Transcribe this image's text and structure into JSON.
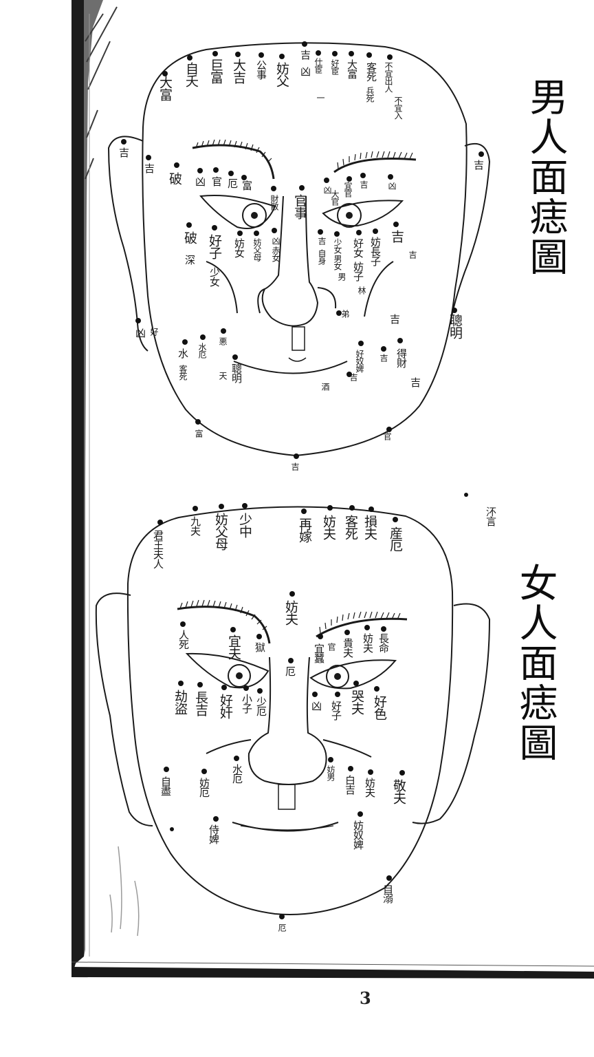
{
  "page_number": "3",
  "titles": {
    "male": "男人面痣圖",
    "female": "女人面痣圖"
  },
  "side_note": "㳅言",
  "male_labels": [
    "大富",
    "自夭",
    "巨富",
    "大吉",
    "公事",
    "妨父",
    "吉",
    "仕宦",
    "好宦",
    "大富",
    "凶",
    "客死",
    "兵死",
    "不宜出人",
    "不宜入",
    "一",
    "吉",
    "吉",
    "吉",
    "破",
    "凶",
    "官",
    "厄",
    "富",
    "財散",
    "官事",
    "凶",
    "宜官",
    "大官",
    "吉",
    "凶",
    "吉",
    "破",
    "深",
    "好子",
    "少女",
    "妨女",
    "妨父母",
    "凶",
    "赤女",
    "吉",
    "自身",
    "少女",
    "男女",
    "好女",
    "妨子",
    "妨長子",
    "男",
    "吉",
    "林",
    "弟",
    "聰明",
    "吉",
    "凶",
    "好",
    "水",
    "水厄",
    "客死",
    "悪",
    "聰明",
    "天",
    "好奴婢",
    "吉",
    "酒",
    "得財",
    "吉",
    "吉",
    "官",
    "富",
    "吉"
  ],
  "female_labels": [
    "少中",
    "妨父母",
    "九夫",
    "君王夫人",
    "再嫁",
    "妨夫",
    "客死",
    "損夫",
    "産厄",
    "妨夫",
    "人死",
    "宜夫",
    "獄",
    "官",
    "貴夫",
    "長命",
    "妨夫",
    "宜蠶",
    "厄",
    "劫盜",
    "長吉",
    "好奸",
    "小子",
    "少厄",
    "凶",
    "好子",
    "哭夫",
    "好色",
    "自盡",
    "妨厄",
    "水厄",
    "妨男",
    "白吉",
    "妨夫",
    "敬夫",
    "侍婢",
    "妨奴婢",
    "自溺",
    "厄"
  ]
}
